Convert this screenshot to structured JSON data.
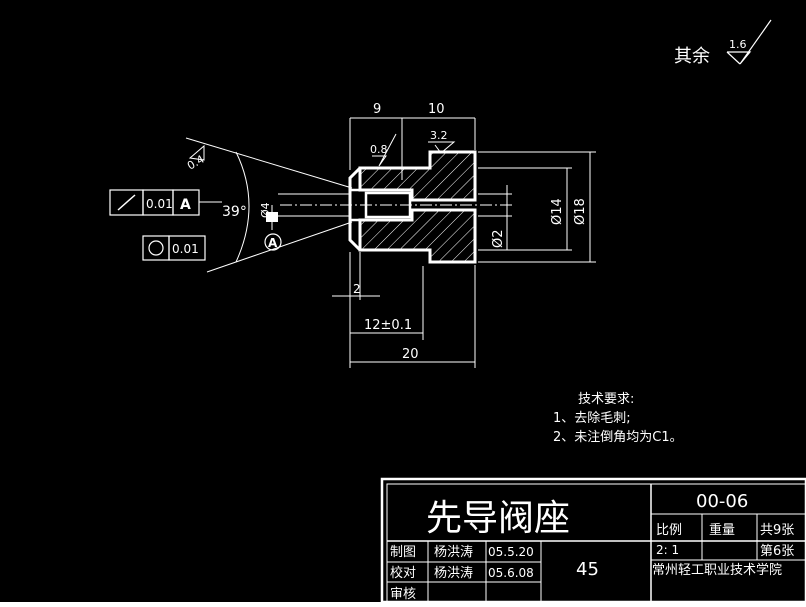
{
  "surface_finish": {
    "label": "其余",
    "value": "1.6"
  },
  "dims": {
    "top_9": "9",
    "top_10": "10",
    "rough_08": "0.8",
    "rough_32": "3.2",
    "rough_04": "0.4",
    "angle": "39°",
    "d4": "Ø4",
    "d2": "Ø2",
    "d14": "Ø14",
    "d18": "Ø18",
    "len_2": "2",
    "len_12": "12±0.1",
    "len_20": "20"
  },
  "gdt": {
    "runout_tol": "0.01",
    "runout_datum": "A",
    "circ_tol": "0.01",
    "datum_label": "A"
  },
  "tech_req": {
    "title": "技术要求:",
    "items": [
      "1、去除毛刺;",
      "2、未注倒角均为C1。"
    ]
  },
  "title_block": {
    "part_name": "先导阀座",
    "drawing_no": "00-06",
    "scale_label": "比例",
    "weight_label": "重量",
    "total_label": "共9张",
    "scale_value": "2: 1",
    "sheet_label": "第6张",
    "material": "45",
    "school": "常州轻工职业技术学院",
    "rows": [
      {
        "role": "制图",
        "name": "杨洪涛",
        "date": "05.5.20"
      },
      {
        "role": "校对",
        "name": "杨洪涛",
        "date": "05.6.08"
      },
      {
        "role": "审核",
        "name": "",
        "date": ""
      }
    ]
  }
}
